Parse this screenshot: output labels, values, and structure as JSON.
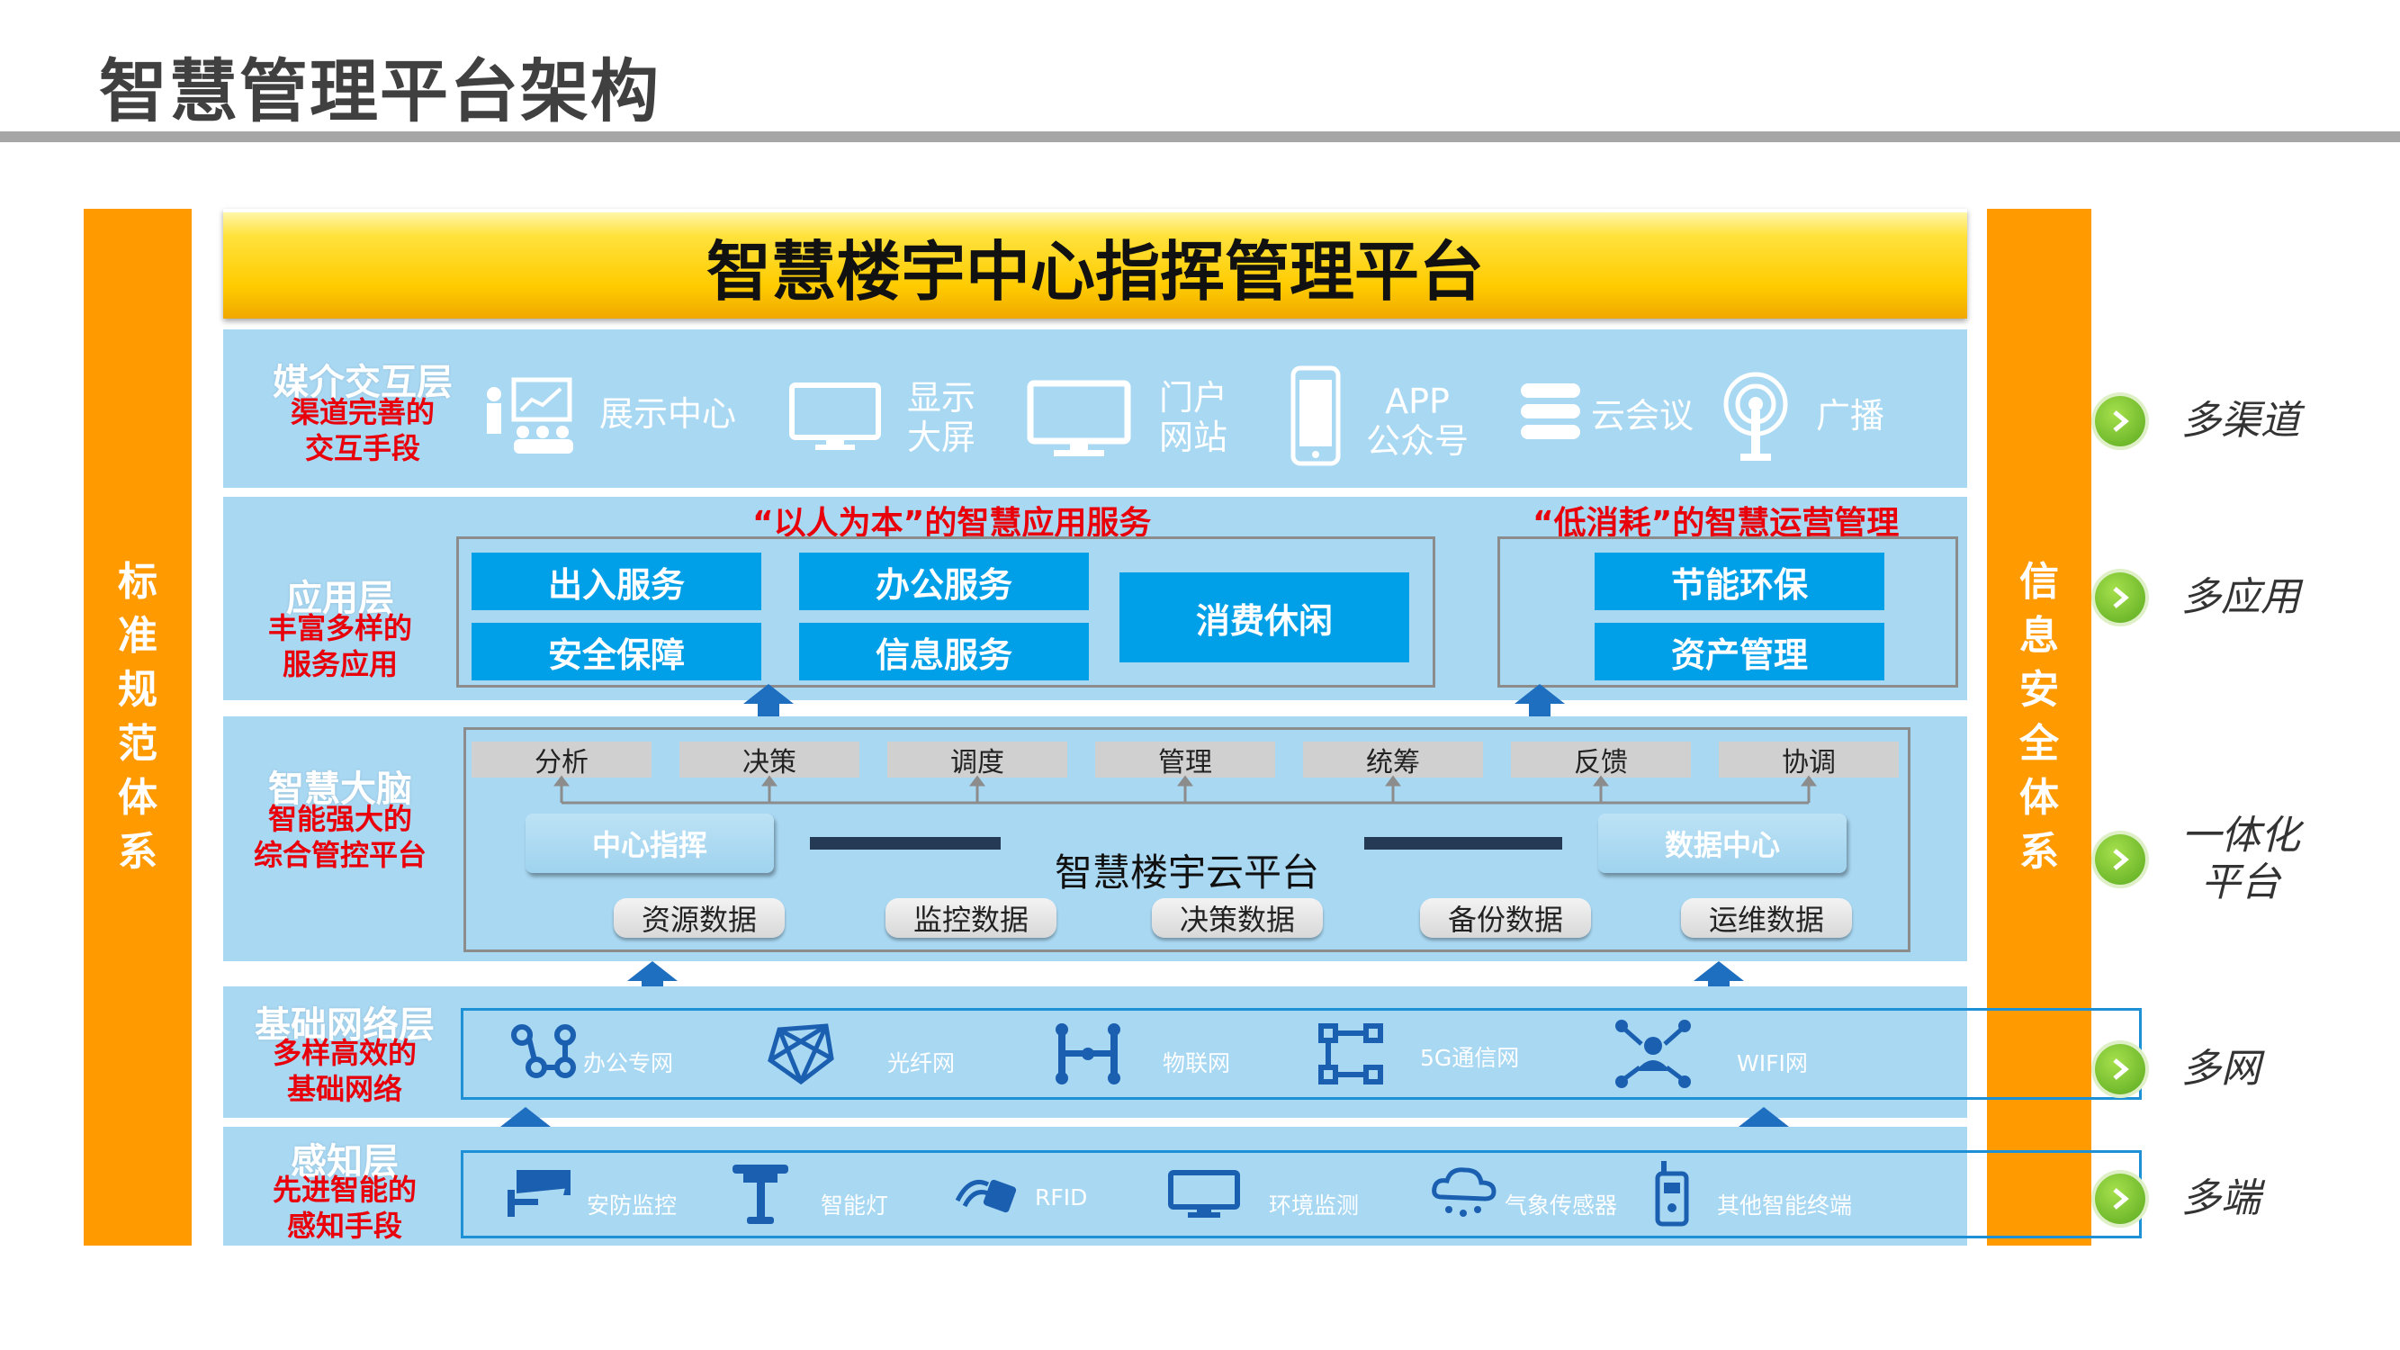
{
  "page_title": "智慧管理平台架构",
  "main_title": "智慧楼宇中心指挥管理平台",
  "left_bar": {
    "chars": [
      "标",
      "准",
      "规",
      "范",
      "体",
      "系"
    ]
  },
  "right_bar": {
    "chars": [
      "信",
      "息",
      "安",
      "全",
      "体",
      "系"
    ]
  },
  "media_layer": {
    "name": "媒介交互层",
    "sub": [
      "渠道完善的",
      "交互手段"
    ],
    "items": [
      {
        "icon": "presentation-icon",
        "label": [
          "展示中心"
        ]
      },
      {
        "icon": "monitor-icon",
        "label": [
          "显示",
          "大屏"
        ]
      },
      {
        "icon": "desktop-icon",
        "label": [
          "门户",
          "网站"
        ]
      },
      {
        "icon": "phone-icon",
        "label": [
          "APP",
          "公众号"
        ]
      },
      {
        "icon": "server-stack-icon",
        "label": [
          "云会议"
        ]
      },
      {
        "icon": "broadcast-icon",
        "label": [
          "广播"
        ]
      }
    ]
  },
  "app_layer": {
    "name": "应用层",
    "sub": [
      "丰富多样的",
      "服务应用"
    ],
    "left_group": {
      "heading": "“以人为本”的智慧应用服务",
      "boxes": [
        "出入服务",
        "办公服务",
        "安全保障",
        "信息服务",
        "消费休闲"
      ]
    },
    "right_group": {
      "heading": "“低消耗”的智慧运营管理",
      "boxes": [
        "节能环保",
        "资产管理"
      ]
    }
  },
  "brain_layer": {
    "name": "智慧大脑",
    "sub": [
      "智能强大的",
      "综合管控平台"
    ],
    "tags": [
      "分析",
      "决策",
      "调度",
      "管理",
      "统筹",
      "反馈",
      "协调"
    ],
    "left_pill": "中心指挥",
    "right_pill": "数据中心",
    "center_title": "智慧楼宇云平台",
    "data_items": [
      "资源数据",
      "监控数据",
      "决策数据",
      "备份数据",
      "运维数据"
    ]
  },
  "network_layer": {
    "name": "基础网络层",
    "sub": [
      "多样高效的",
      "基础网络"
    ],
    "items": [
      {
        "icon": "molecule-icon",
        "label": "办公专网"
      },
      {
        "icon": "mesh-icon",
        "label": "光纤网"
      },
      {
        "icon": "iot-nodes-icon",
        "label": "物联网"
      },
      {
        "icon": "5g-network-icon",
        "label": "5G通信网"
      },
      {
        "icon": "people-network-icon",
        "label": "WIFI网"
      }
    ]
  },
  "perception_layer": {
    "name": "感知层",
    "sub": [
      "先进智能的",
      "感知手段"
    ],
    "items": [
      {
        "icon": "security-camera-icon",
        "label": "安防监控"
      },
      {
        "icon": "smart-lamp-icon",
        "label": "智能灯"
      },
      {
        "icon": "rfid-icon",
        "label": "RFID"
      },
      {
        "icon": "monitor-icon",
        "label": "环境监测"
      },
      {
        "icon": "weather-sensor-icon",
        "label": "气象传感器"
      },
      {
        "icon": "walkie-talkie-icon",
        "label": "其他智能终端"
      }
    ]
  },
  "right_items": [
    {
      "label": [
        "多渠道"
      ]
    },
    {
      "label": [
        "多应用"
      ]
    },
    {
      "label": [
        "一体化",
        "平台"
      ]
    },
    {
      "label": [
        "多网"
      ]
    },
    {
      "label": [
        "多端"
      ]
    }
  ],
  "colors": {
    "orange": "#ff9a00",
    "layer_bg": "#a9d8f3",
    "service_blue": "#00a0e9",
    "red": "#e8000b",
    "green": "#6bbf2a"
  }
}
